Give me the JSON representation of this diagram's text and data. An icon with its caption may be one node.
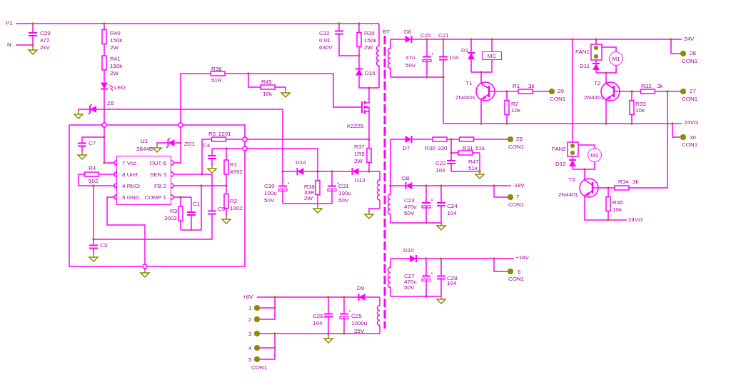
{
  "diagram": {
    "nodes": [
      {
        "text": [
          "7 Vcc",
          "OUT 6",
          "8 Uref",
          "SEN 3",
          "4 Rt/Ct",
          "FB 2",
          "5 GND",
          "COMP 1"
        ],
        "beside": [
          "U1",
          "3844B"
        ]
      },
      {
        "text": [
          "MC"
        ]
      },
      {
        "text": [
          "M1"
        ]
      },
      {
        "text": [
          "M2"
        ]
      }
    ],
    "labels": [
      "P1",
      "N",
      "C29",
      "472",
      "2kV",
      "R40",
      "150k",
      "2W",
      "C32",
      "0.01",
      "630V",
      "R39",
      "150k",
      "2W",
      "BT",
      "D6",
      "C20",
      "C21",
      "24V",
      "D1",
      "FAN1",
      "28",
      "47u",
      "104",
      "50V",
      "CON1",
      "R41",
      "150k",
      "2W",
      "D11",
      "R36",
      "D15",
      "51R",
      "R45",
      "LED",
      "T1",
      "T2",
      "R1",
      "3k",
      "R32",
      "3k",
      "29",
      "27",
      "10k",
      "2N4401",
      "CON1",
      "2N4401",
      "CON1",
      "Z6",
      "R2",
      "R33",
      "10k",
      "10k",
      "24VG",
      "K2225",
      "R5",
      "2201",
      "25",
      "30",
      "C7",
      "ZD1",
      "C4",
      "R37",
      "D7",
      "R30",
      "330",
      "R31",
      "51k",
      "CON1",
      "FAN2",
      "CON1",
      "1R5",
      "R1",
      "D14",
      "2W",
      "C22",
      "R47",
      "D12",
      "R4",
      "4992",
      "104",
      "51k",
      "502",
      "D13",
      "D8",
      "T3",
      "R34",
      "3k",
      "C30",
      "R38",
      "C31",
      "-18V",
      "100u",
      "33R",
      "100u",
      "2N4401",
      "R2",
      "50V",
      "2W",
      "50V",
      "C23",
      "7",
      "R35",
      "R3",
      "C1",
      "C5",
      "1002",
      "470u",
      "C24",
      "CON1",
      "10k",
      "3003",
      "50V",
      "104",
      "24VG",
      "C3",
      "D10",
      "+18V",
      "6",
      "C27",
      "C28",
      "CON1",
      "470u",
      "104",
      "D9",
      "50V",
      "+8V",
      "1",
      "C26",
      "C25",
      "2",
      "104",
      "1000u",
      "25V",
      "3",
      "4",
      "5",
      "CON1"
    ]
  }
}
